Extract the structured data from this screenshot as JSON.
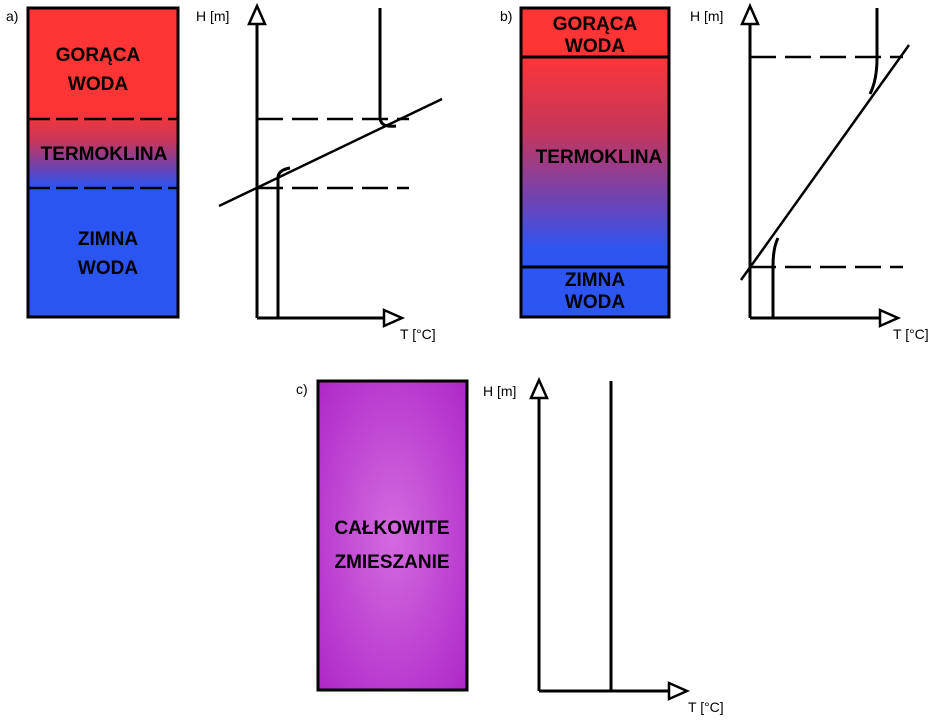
{
  "panels": {
    "a": {
      "letter": "a)",
      "hot_line1": "GORĄCA",
      "hot_line2": "WODA",
      "thermocline": "TERMOKLINA",
      "cold_line1": "ZIMNA",
      "cold_line2": "WODA",
      "y_axis": "H [m]",
      "x_axis": "T [°C]"
    },
    "b": {
      "letter": "b)",
      "hot_line1": "GORĄCA",
      "hot_line2": "WODA",
      "thermocline": "TERMOKLINA",
      "cold_line1": "ZIMNA",
      "cold_line2": "WODA",
      "y_axis": "H [m]",
      "x_axis": "T [°C]"
    },
    "c": {
      "letter": "c)",
      "mixed_line1": "CAŁKOWITE",
      "mixed_line2": "ZMIESZANIE",
      "y_axis": "H [m]",
      "x_axis": "T [°C]"
    }
  },
  "colors": {
    "hot": "#ff3b3b",
    "cold": "#2a56f5",
    "mixed": "#c44fd6",
    "line": "#000000"
  }
}
